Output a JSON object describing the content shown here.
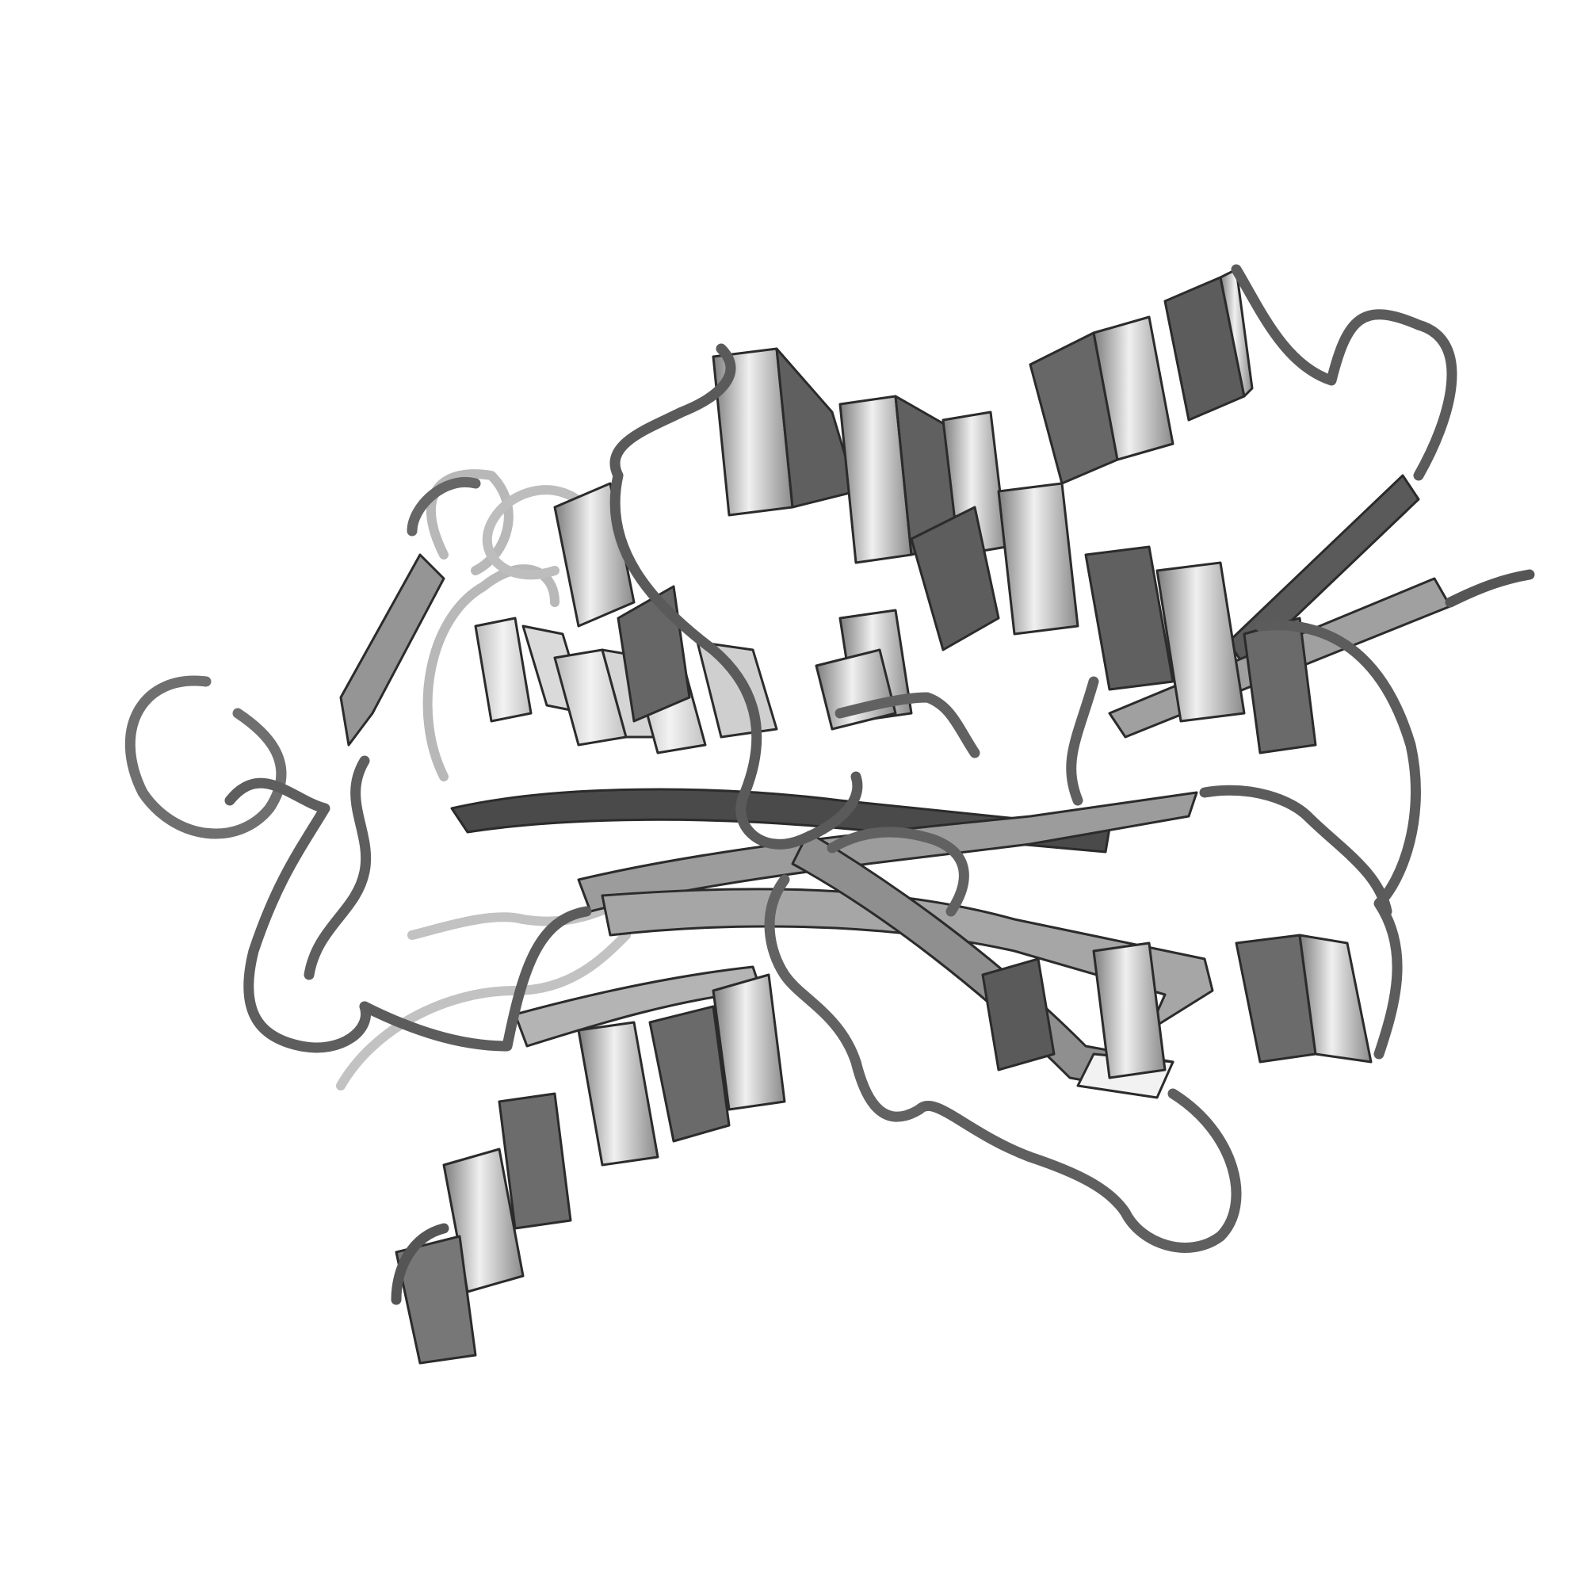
{
  "figure": {
    "background": "#ffffff",
    "style": "grayscale ribbon cartoon",
    "tones": {
      "light": "#e6e6e6",
      "mid": "#a8a8a8",
      "dark": "#4a4a4a",
      "faded": "#cfcfcf",
      "outline": "#2b2b2b"
    },
    "elements": [
      "alpha-helix",
      "beta-strand",
      "coil-loop"
    ]
  }
}
